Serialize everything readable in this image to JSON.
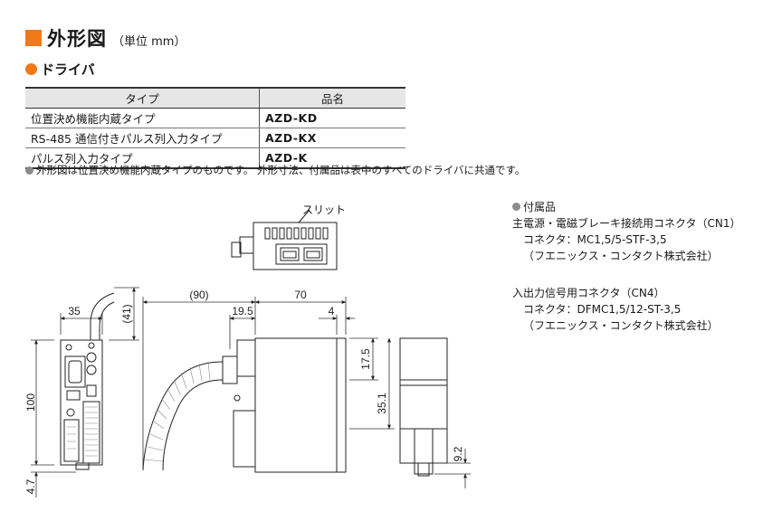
{
  "heading": {
    "title": "外形図",
    "unit": "（単位 mm）"
  },
  "section": {
    "title": "ドライバ"
  },
  "table": {
    "headers": [
      "タイプ",
      "品名"
    ],
    "rows": [
      [
        "位置決め機能内蔵タイプ",
        "AZD-KD"
      ],
      [
        "RS-485 通信付きパルス列入力タイプ",
        "AZD-KX"
      ],
      [
        "パルス列入力タイプ",
        "AZD-K"
      ]
    ]
  },
  "note": "外形図は位置決め機能内蔵タイプのものです。 外形寸法、付属品は表中のすべてのドライバに共通です。",
  "accessories": {
    "title": "付属品",
    "cn1": {
      "name": "主電源・電磁ブレーキ接続用コネクタ（CN1）",
      "connector": "コネクタ：MC1,5/5-STF-3,5",
      "maker": "（フエニックス・コンタクト株式会社）"
    },
    "cn4": {
      "name": "入出力信号用コネクタ（CN4）",
      "connector": "コネクタ：DFMC1,5/12-ST-3,5",
      "maker": "（フエニックス・コンタクト株式会社）"
    }
  },
  "drawing": {
    "slit_label": "スリット",
    "dims": {
      "front_width": "35",
      "front_height": "100",
      "bottom_offset": "4.7",
      "cable_bend": "(41)",
      "cable_length": "(90)",
      "depth": "70",
      "connector_protrusion": "19.5",
      "rear_offset": "4",
      "upper_height": "17.5",
      "mid_height": "35.1",
      "clip_height": "9.2"
    }
  },
  "colors": {
    "accent": "#ef7a1c",
    "bullet_gray": "#8c8c8c"
  }
}
